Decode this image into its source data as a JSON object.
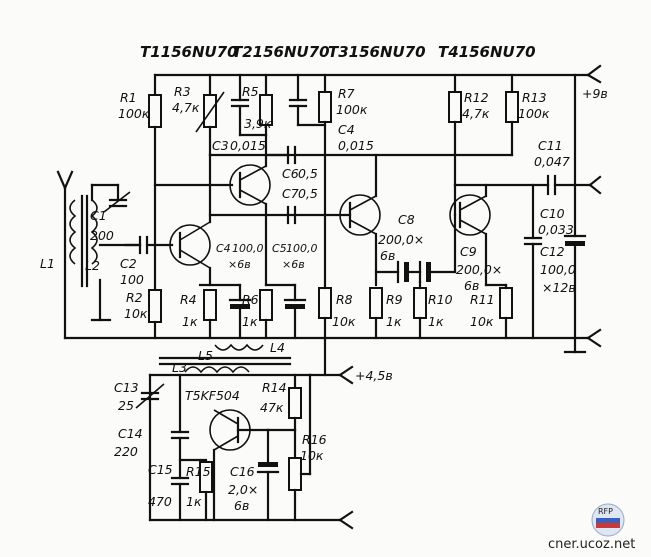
{
  "transistor_headers": [
    "T1156NU70",
    "T2156NU70",
    "T3156NU70",
    "T4156NU70"
  ],
  "supply": {
    "plus9": "+9в",
    "plus45": "+4,5в"
  },
  "components": {
    "L1": "L1",
    "L2": "L2",
    "L3": "L3",
    "L4": "L4",
    "L5": "L5",
    "C1": "C1",
    "C1v": "200",
    "C2": "C2",
    "C2v": "100",
    "C3": "C3",
    "C3v": "0,015",
    "C4": "C4",
    "C4v": "0,015",
    "C4b": "C4",
    "C4bv": "100,0",
    "C4bv2": "×6в",
    "C5": "C5",
    "C5v": "100,0",
    "C5v2": "×6в",
    "C6": "C6",
    "C6v": "0,5",
    "C7": "C7",
    "C7v": "0,5",
    "C8": "C8",
    "C8v": "200,0×",
    "C8v2": "6в",
    "C9": "C9",
    "C9v": "200,0×",
    "C9v2": "6в",
    "C10": "C10",
    "C10v": "0,033",
    "C11": "C11",
    "C11v": "0,047",
    "C12": "C12",
    "C12v": "100,0",
    "C12v2": "×12в",
    "C13": "C13",
    "C13v": "25",
    "C14": "C14",
    "C14v": "220",
    "C15": "C15",
    "C15v": "470",
    "C16": "C16",
    "C16v": "2,0×",
    "C16v2": "6в",
    "R1": "R1",
    "R1v": "100к",
    "R2": "R2",
    "R2v": "10к",
    "R3": "R3",
    "R3v": "4,7к",
    "R4": "R4",
    "R4v": "1к",
    "R5": "R5",
    "R5v": "3,9к",
    "R6": "R6",
    "R6v": "1к",
    "R7": "R7",
    "R7v": "100к",
    "R8": "R8",
    "R8v": "10к",
    "R9": "R9",
    "R9v": "1к",
    "R10": "R10",
    "R10v": "1к",
    "R11": "R11",
    "R11v": "10к",
    "R12": "R12",
    "R12v": "4,7к",
    "R13": "R13",
    "R13v": "100к",
    "R14": "R14",
    "R14v": "47к",
    "R15": "R15",
    "R15v": "1к",
    "R16": "R16",
    "R16v": "10к",
    "T5": "T5KF504"
  },
  "watermark": {
    "badge": "RFP",
    "site": "cner.ucoz.net"
  }
}
